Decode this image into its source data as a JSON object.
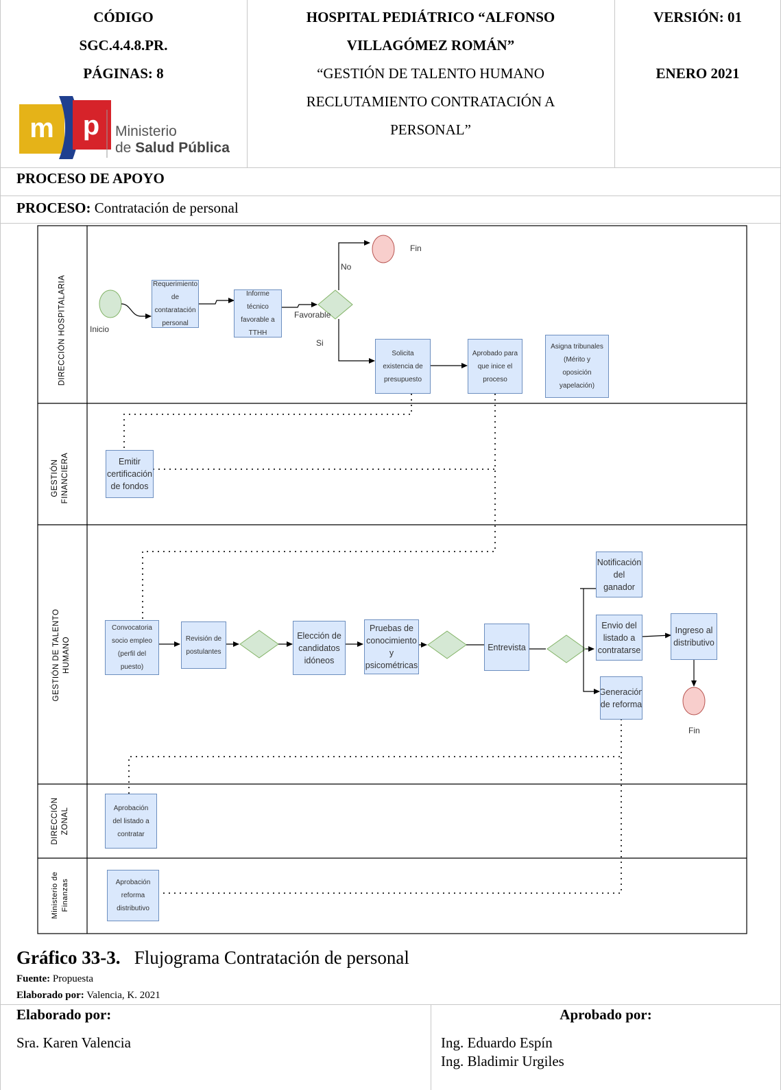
{
  "header": {
    "codigo_label": "CÓDIGO",
    "codigo_value": "SGC.4.4.8.PR.",
    "paginas": "PÁGINAS: 8",
    "logo": {
      "letters_m": "m",
      "letters_p": "p",
      "line1": "Ministerio",
      "line2_a": "de ",
      "line2_b": "Salud Pública",
      "colors": {
        "yellow": "#e5b318",
        "blue": "#1f3f8f",
        "red": "#d6232a"
      }
    },
    "hospital_line1": "HOSPITAL PEDIÁTRICO “ALFONSO",
    "hospital_line2": "VILLAGÓMEZ ROMÁN”",
    "gestion_line1": "“GESTIÓN DE TALENTO HUMANO",
    "gestion_line2": "RECLUTAMIENTO CONTRATACIÓN A",
    "gestion_line3": "PERSONAL”",
    "version": "VERSIÓN: 01",
    "fecha": "ENERO 2021"
  },
  "proceso_apoyo": "PROCESO DE APOYO",
  "proceso_label": "PROCESO:",
  "proceso_value": "Contratación de personal",
  "diagram": {
    "lanes": {
      "direccion_hospitalaria": "DIRECCIÓN HOSPITALARIA",
      "gestion_financiera_1": "GESTIÓN",
      "gestion_financiera_2": "FINANCIERA",
      "talento_humano_1": "GESTIÓN DE TALENTO",
      "talento_humano_2": "HUMANO",
      "direccion_zonal_1": "DIRECCIÓN",
      "direccion_zonal_2": "ZONAL",
      "ministerio_1": "Ministerio de",
      "ministerio_2": "Finanzas"
    },
    "labels": {
      "inicio": "Inicio",
      "fin_top": "Fin",
      "fin_bottom": "Fin",
      "no": "No",
      "si": "Si",
      "favorable": "Favorable"
    },
    "nodes": {
      "requerimiento": "Requerimiento\nde\ncontaratación\npersonal",
      "informe": "Informe\ntécnico\nfavorable a\nTTHH",
      "solicita": "Solicita\nexistencia de\npresupuesto",
      "aprobado": "Aprobado para\nque inice el\nproceso",
      "asigna": "Asigna tribunales\n(Mérito y\noposición\nyapelación)",
      "emitir": "Emitir\ncertificación\nde fondos",
      "convocatoria": "Convocatoria\nsocio empleo\n(perfil del\npuesto)",
      "revision": "Revisión de\npostulantes",
      "eleccion": "Elección de\ncandidatos\nidóneos",
      "pruebas": "Pruebas de\nconocimiento\ny\npsicométricas",
      "entrevista": "Entrevista",
      "notificacion": "Notificación\ndel\nganador",
      "envio": "Envio del\nlistado a\ncontratarse",
      "generacion": "Generación\nde reforma",
      "ingreso": "Ingreso al\ndistributivo",
      "aprobacion_listado": "Aprobación\ndel listado a\ncontratar",
      "aprobacion_reforma": "Aprobación\nreforma\ndistributivo"
    },
    "colors": {
      "task_fill": "#dae8fc",
      "task_stroke": "#6c8ebf",
      "start_fill": "#d5e8d4",
      "end_fill": "#f8cecc",
      "decision_fill": "#d5e8d4"
    }
  },
  "caption": {
    "grafico_label": "Gráfico 33-3.",
    "grafico_title": "Flujograma Contratación de personal",
    "fuente_label": "Fuente:",
    "fuente_value": "Propuesta",
    "elaborado_label": "Elaborado por:",
    "elaborado_value": "Valencia, K. 2021"
  },
  "footer": {
    "elaborado_header": "Elaborado por:",
    "aprobado_header": "Aprobado por:",
    "elaborado_name": "Sra. Karen Valencia",
    "aprobado_name_1": "Ing. Eduardo Espín",
    "aprobado_name_2": "Ing. Bladimir Urgiles"
  }
}
